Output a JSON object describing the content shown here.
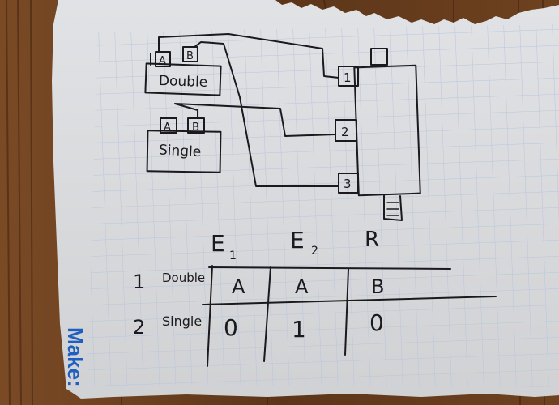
{
  "sketch": {
    "devices": {
      "double": {
        "label": "Double",
        "pins": [
          "A",
          "B"
        ]
      },
      "single": {
        "label": "Single",
        "pins": [
          "A",
          "B"
        ]
      }
    },
    "connector_pins": [
      "1",
      "2",
      "3"
    ]
  },
  "table": {
    "headers": [
      "E",
      "E",
      "R"
    ],
    "header_subscripts": [
      "1",
      "2"
    ],
    "rows": [
      {
        "index": "1",
        "name": "Double",
        "cells": [
          "A",
          "A",
          "B"
        ]
      },
      {
        "index": "2",
        "name": "Single",
        "cells": [
          "0",
          "1",
          "0"
        ]
      }
    ]
  },
  "watermark": "Make:",
  "colors": {
    "wood": "#6b3f1f",
    "paper": "#ecedf0",
    "grid": "#b8c6dc",
    "ink": "#1a1a1e",
    "brand": "#1f5fbf"
  }
}
